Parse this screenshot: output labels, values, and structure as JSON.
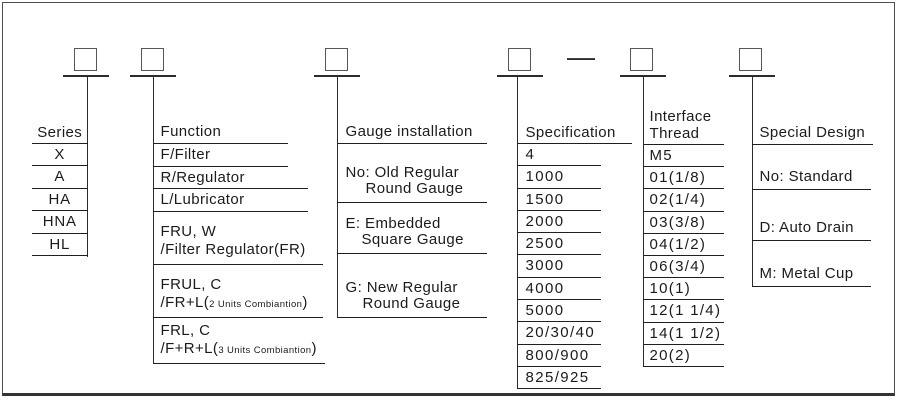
{
  "dash": "—",
  "series": {
    "header": "Series",
    "items": [
      "X",
      "A",
      "HA",
      "HNA",
      "HL"
    ]
  },
  "function": {
    "header": "Function",
    "items": [
      "F/Filter",
      "R/Regulator",
      "L/Lubricator"
    ],
    "combos": [
      {
        "line1": "FRU, W",
        "prefix": "/Filter Regulator(FR)",
        "small": "",
        "suffix": ""
      },
      {
        "line1": "FRUL, C",
        "prefix": "/FR+L(",
        "small": "2 Units Combiantion",
        "suffix": ")"
      },
      {
        "line1": "FRL, C",
        "prefix": "/F+R+L(",
        "small": "3 Units Combiantion",
        "suffix": ")"
      }
    ]
  },
  "gauge": {
    "header": "Gauge installation",
    "items": [
      {
        "line1": "No: Old Regular",
        "line2": "Round Gauge"
      },
      {
        "line1": "E: Embedded",
        "line2": "Square Gauge"
      },
      {
        "line1": "G: New Regular",
        "line2": "Round Gauge"
      }
    ]
  },
  "specification": {
    "header": "Specification",
    "items": [
      "4",
      "1000",
      "1500",
      "2000",
      "2500",
      "3000",
      "4000",
      "5000",
      "20/30/40",
      "800/900",
      "825/925"
    ]
  },
  "interface_thread": {
    "header_line1": "Interface",
    "header_line2": "Thread",
    "items": [
      "M5",
      "01(1/8)",
      "02(1/4)",
      "03(3/8)",
      "04(1/2)",
      "06(3/4)",
      "10(1)",
      "12(1 1/4)",
      "14(1 1/2)",
      "20(2)"
    ]
  },
  "special_design": {
    "header": "Special Design",
    "items": [
      "No: Standard",
      "D: Auto Drain",
      "M: Metal Cup"
    ]
  }
}
